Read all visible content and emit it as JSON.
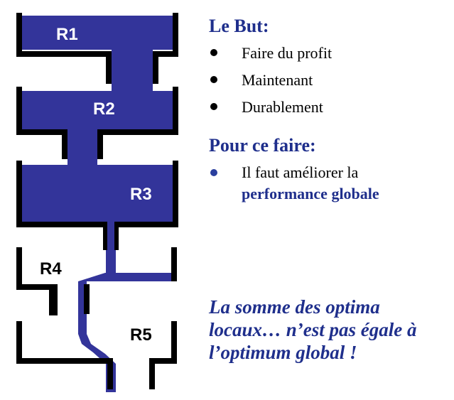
{
  "diagram": {
    "labels": {
      "r1": "R1",
      "r2": "R2",
      "r3": "R3",
      "r4": "R4",
      "r5": "R5"
    },
    "colors": {
      "fill": "#33349a",
      "wall": "#000000"
    }
  },
  "text": {
    "goal_title": "Le But:",
    "goal_items": [
      "Faire du profit",
      "Maintenant",
      "Durablement"
    ],
    "method_title": "Pour ce faire:",
    "method_line1": "Il faut améliorer la",
    "method_line2": "performance globale",
    "conclusion": "La somme des optima locaux… n’est pas égale à l’optimum global !"
  }
}
